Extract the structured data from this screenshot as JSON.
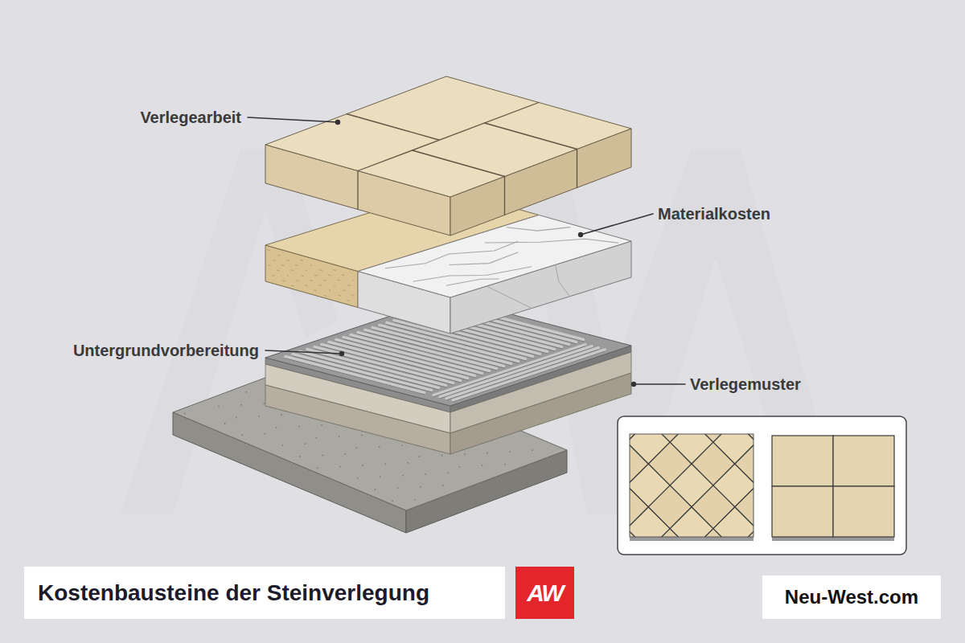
{
  "diagram": {
    "title": "Kostenbausteine der Steinverlegung",
    "nodes": [
      {
        "text": [
          "AW"
        ]
      },
      {
        "text": [
          "Neu-West.com"
        ]
      }
    ],
    "labels": [
      "Verlegearbeit",
      "Materialkosten",
      "Untergrundvorbereitung",
      "Verlegemuster"
    ]
  }
}
